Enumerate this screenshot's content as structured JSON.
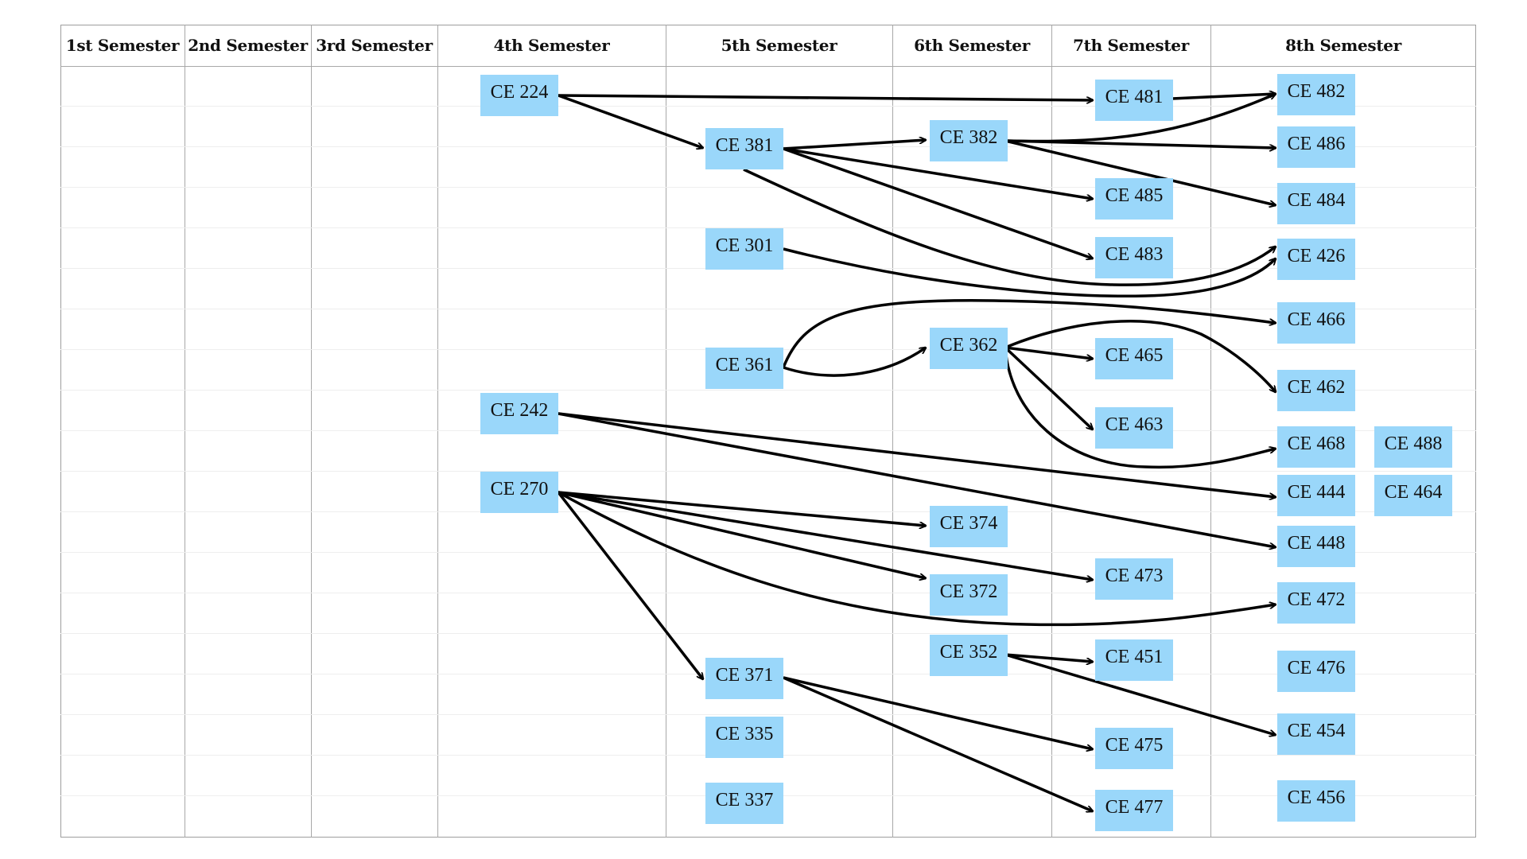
{
  "semesters": [
    "1st Semester",
    "2nd Semester",
    "3rd Semester",
    "4th Semester",
    "5th Semester",
    "6th Semester",
    "7th Semester",
    "8th Semester"
  ],
  "colors": {
    "course_fill": "#9ad7fa",
    "arrow": "#000000",
    "grid_line": "#a8a8a8"
  },
  "courses": {
    "ce224": "CE 224",
    "ce242": "CE 242",
    "ce270": "CE 270",
    "ce381": "CE 381",
    "ce301": "CE 301",
    "ce361": "CE 361",
    "ce371": "CE 371",
    "ce335": "CE 335",
    "ce337": "CE 337",
    "ce382": "CE 382",
    "ce362": "CE 362",
    "ce374": "CE 374",
    "ce372": "CE 372",
    "ce352": "CE 352",
    "ce481": "CE 481",
    "ce485": "CE 485",
    "ce483": "CE 483",
    "ce465": "CE 465",
    "ce463": "CE 463",
    "ce473": "CE 473",
    "ce451": "CE 451",
    "ce475": "CE 475",
    "ce477": "CE 477",
    "ce482": "CE 482",
    "ce486": "CE 486",
    "ce484": "CE 484",
    "ce426": "CE 426",
    "ce466": "CE 466",
    "ce462": "CE 462",
    "ce468": "CE 468",
    "ce444": "CE 444",
    "ce448": "CE 448",
    "ce472": "CE 472",
    "ce476": "CE 476",
    "ce454": "CE 454",
    "ce456": "CE 456",
    "ce488": "CE 488",
    "ce464": "CE 464"
  },
  "prerequisites": [
    {
      "from": "CE 224",
      "to": "CE 481"
    },
    {
      "from": "CE 224",
      "to": "CE 381"
    },
    {
      "from": "CE 481",
      "to": "CE 482"
    },
    {
      "from": "CE 381",
      "to": "CE 382"
    },
    {
      "from": "CE 381",
      "to": "CE 485"
    },
    {
      "from": "CE 381",
      "to": "CE 483"
    },
    {
      "from": "CE 381",
      "to": "CE 426"
    },
    {
      "from": "CE 382",
      "to": "CE 482"
    },
    {
      "from": "CE 382",
      "to": "CE 486"
    },
    {
      "from": "CE 382",
      "to": "CE 484"
    },
    {
      "from": "CE 301",
      "to": "CE 426"
    },
    {
      "from": "CE 361",
      "to": "CE 362"
    },
    {
      "from": "CE 361",
      "to": "CE 466"
    },
    {
      "from": "CE 362",
      "to": "CE 465"
    },
    {
      "from": "CE 362",
      "to": "CE 463"
    },
    {
      "from": "CE 362",
      "to": "CE 462"
    },
    {
      "from": "CE 362",
      "to": "CE 468"
    },
    {
      "from": "CE 242",
      "to": "CE 444"
    },
    {
      "from": "CE 242",
      "to": "CE 448"
    },
    {
      "from": "CE 270",
      "to": "CE 374"
    },
    {
      "from": "CE 270",
      "to": "CE 372"
    },
    {
      "from": "CE 270",
      "to": "CE 473"
    },
    {
      "from": "CE 270",
      "to": "CE 472"
    },
    {
      "from": "CE 270",
      "to": "CE 371"
    },
    {
      "from": "CE 352",
      "to": "CE 451"
    },
    {
      "from": "CE 352",
      "to": "CE 454"
    },
    {
      "from": "CE 371",
      "to": "CE 475"
    },
    {
      "from": "CE 371",
      "to": "CE 477"
    }
  ]
}
